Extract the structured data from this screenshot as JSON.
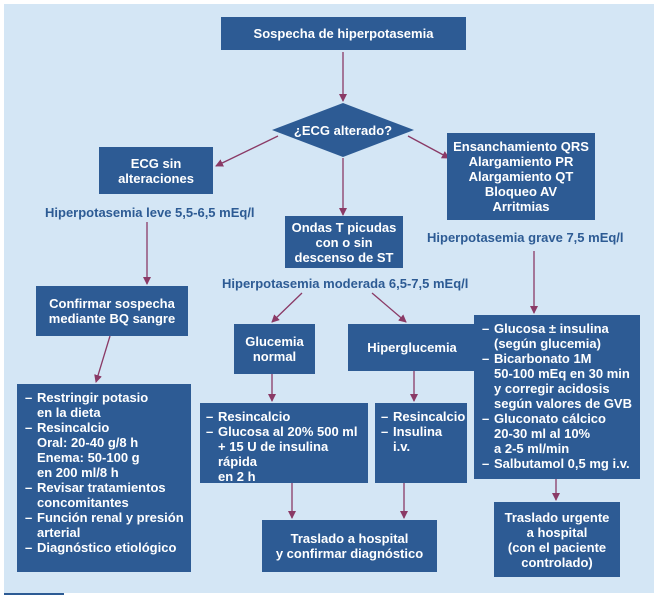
{
  "nodes": {
    "suspicion": "Sospecha de hiperpotasemia",
    "ecg_question": "¿ECG alterado?",
    "ecg_normal": "ECG sin\nalteraciones",
    "ecg_altered_findings": "Ensanchamiento QRS\nAlargamiento PR\nAlargamiento QT\nBloqueo AV\nArritmias",
    "t_waves": "Ondas T picudas\ncon o sin\ndescenso de ST",
    "confirm": "Confirmar sospecha\nmediante BQ sangre",
    "glucemia_normal": "Glucemia\nnormal",
    "hiperglucemia": "Hiperglucemia",
    "transfer": "Traslado a hospital\ny confirmar diagnóstico",
    "transfer_urgent": "Traslado urgente\na hospital\n(con el paciente\ncontrolado)"
  },
  "labels": {
    "mild": "Hiperpotasemia leve 5,5-6,5 mEq/l",
    "moderate": "Hiperpotasemia moderada 6,5-7,5 mEq/l",
    "severe": "Hiperpotasemia grave 7,5 mEq/l"
  },
  "lists": {
    "mild_treatment": [
      "Restringir potasio\nen la dieta",
      "Resincalcio\nOral: 20-40 g/8 h\nEnema: 50-100 g\nen 200 ml/8 h",
      "Revisar tratamientos\nconcomitantes",
      "Función renal y presión\narterial",
      "Diagnóstico etiológico"
    ],
    "normal_glucose_treatment": [
      "Resincalcio",
      "Glucosa al 20% 500 ml\n+ 15 U de insulina rápida\nen 2 h"
    ],
    "hyperglycemia_treatment": [
      "Resincalcio",
      "Insulina i.v."
    ],
    "severe_treatment": [
      "Glucosa ± insulina\n(según glucemia)",
      "Bicarbonato 1M\n50-100 mEq en 30 min\ny corregir acidosis\nsegún valores de GVB",
      "Gluconato cálcico\n20-30 ml al 10%\na 2-5 ml/min",
      "Salbutamol 0,5 mg i.v."
    ]
  },
  "colors": {
    "box": "#2d5b94",
    "background": "#d4e6f5",
    "arrow": "#8a3a66",
    "text_accent": "#2d5b94"
  }
}
